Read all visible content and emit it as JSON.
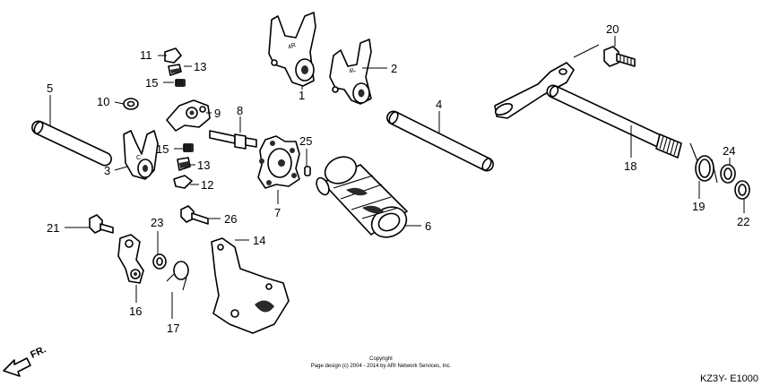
{
  "diagram": {
    "colors": {
      "ink": "#000000",
      "background": "#ffffff"
    },
    "callouts": [
      {
        "id": "p1",
        "label": "1"
      },
      {
        "id": "p2",
        "label": "2"
      },
      {
        "id": "p3",
        "label": "3"
      },
      {
        "id": "p4",
        "label": "4"
      },
      {
        "id": "p5",
        "label": "5"
      },
      {
        "id": "p6",
        "label": "6"
      },
      {
        "id": "p7",
        "label": "7"
      },
      {
        "id": "p8",
        "label": "8"
      },
      {
        "id": "p9",
        "label": "9"
      },
      {
        "id": "p10",
        "label": "10"
      },
      {
        "id": "p11",
        "label": "11"
      },
      {
        "id": "p12",
        "label": "12"
      },
      {
        "id": "p13a",
        "label": "13"
      },
      {
        "id": "p13b",
        "label": "13"
      },
      {
        "id": "p14",
        "label": "14"
      },
      {
        "id": "p15a",
        "label": "15"
      },
      {
        "id": "p15b",
        "label": "15"
      },
      {
        "id": "p16",
        "label": "16"
      },
      {
        "id": "p17",
        "label": "17"
      },
      {
        "id": "p18",
        "label": "18"
      },
      {
        "id": "p19",
        "label": "19"
      },
      {
        "id": "p20",
        "label": "20"
      },
      {
        "id": "p21",
        "label": "21"
      },
      {
        "id": "p22",
        "label": "22"
      },
      {
        "id": "p23",
        "label": "23"
      },
      {
        "id": "p24",
        "label": "24"
      },
      {
        "id": "p25",
        "label": "25"
      },
      {
        "id": "p26",
        "label": "26"
      }
    ],
    "direction_marker": "FR.",
    "fork_marks": [
      "4R",
      "4L",
      "C"
    ],
    "copyright_line1": "Copyright",
    "copyright_line2": "Page design (c) 2004 - 2014 by ARI Network Services, Inc.",
    "diagram_code": "KZ3Y- E1000"
  }
}
